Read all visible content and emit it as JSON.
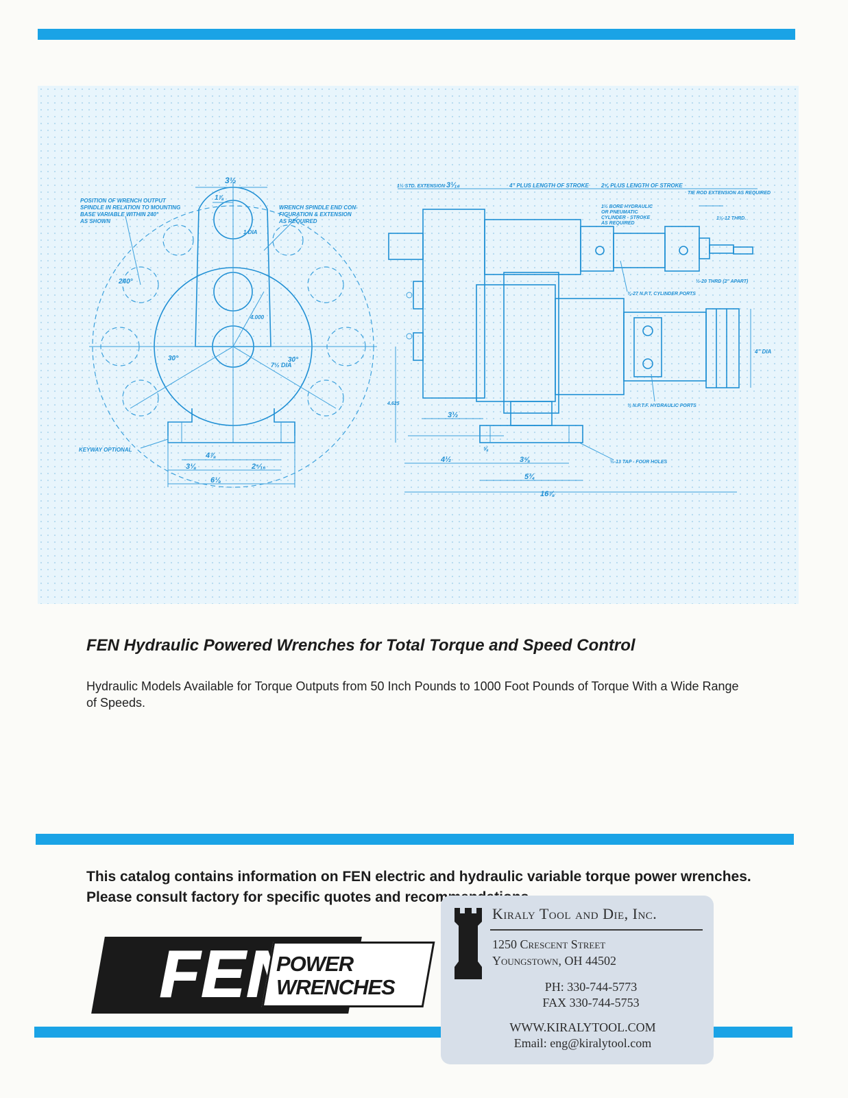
{
  "colors": {
    "accent_rule": "#1aa3e6",
    "blueprint_ink": "#1f8fd4",
    "blueprint_bg": "#e8f5fc",
    "card_bg": "#d7dfe9"
  },
  "blueprint": {
    "end_view": {
      "note_position_l1": "POSITION OF WRENCH OUTPUT",
      "note_position_l2": "SPINDLE IN RELATION TO MOUNTING",
      "note_position_l3": "BASE VARIABLE WITHIN 240°",
      "note_position_l4": "AS SHOWN",
      "note_spindle_l1": "WRENCH SPINDLE END CON-",
      "note_spindle_l2": "FIGURATION & EXTENSION",
      "note_spindle_l3": "AS REQUIRED",
      "dim_top": "3½",
      "dim_top2": "1⅞",
      "dim_small_r": "1 DIA",
      "dim_240": "240°",
      "dim_30a": "30°",
      "dim_30b": "30°",
      "dim_rad": "4.000",
      "dim_dia": "7½ DIA",
      "keyway": "KEYWAY OPTIONAL",
      "dim_base_a": "4⅞",
      "dim_base_b": "3⅛",
      "dim_base_c": "2⁵⁄₁₆",
      "dim_base_d": "6⅛"
    },
    "side_view": {
      "dim_ext": "1½ STD. EXTENSION",
      "dim_316": "3¹⁄₁₆",
      "dim_stroke4": "4\" PLUS LENGTH OF STROKE",
      "dim_stroke2": "2⅝ PLUS LENGTH OF STROKE",
      "dim_rod": "TIE ROD EXTENSION AS REQUIRED",
      "note_bore_l1": "1½ BORE HYDRAULIC",
      "note_bore_l2": "OR PNEUMATIC",
      "note_bore_l3": "CYLINDER - STROKE",
      "note_bore_l4": "AS REQUIRED",
      "dim_thread": "1⅛-12 THRD.",
      "dim_20": "½-20 THRD (2\" APART)",
      "ports_cyl": "⅜-27 N.P.T. CYLINDER PORTS",
      "ports_hyd": "⅜ N.P.T.F. HYDRAULIC PORTS",
      "dim_dia4": "4\" DIA",
      "dim_height": "4.625",
      "dim_312": "3½",
      "dim_412": "4½",
      "dim_38": "⅝",
      "dim_358": "3⅝",
      "dim_534": "5¾",
      "tap": "½-13 TAP - FOUR HOLES",
      "dim_overall": "16⅞"
    }
  },
  "headline": "FEN Hydraulic Powered Wrenches for Total Torque and Speed Control",
  "body": "Hydraulic Models Available for Torque Outputs from 50 Inch Pounds to 1000 Foot Pounds of Torque With a Wide Range of Speeds.",
  "notice": "This catalog contains information on FEN electric and hydraulic variable torque power wrenches. Please consult factory for specific quotes and recommendations.",
  "logo": {
    "brand": "FEN",
    "line1": "POWER",
    "line2": "WRENCHES"
  },
  "card": {
    "icon": "rook-icon",
    "company": "Kiraly Tool and Die, Inc.",
    "street": "1250 Crescent Street",
    "city": "Youngstown, OH 44502",
    "phone": "PH: 330-744-5773",
    "fax": "FAX 330-744-5753",
    "web": "WWW.KIRALYTOOL.COM",
    "email": "Email: eng@kiralytool.com"
  }
}
